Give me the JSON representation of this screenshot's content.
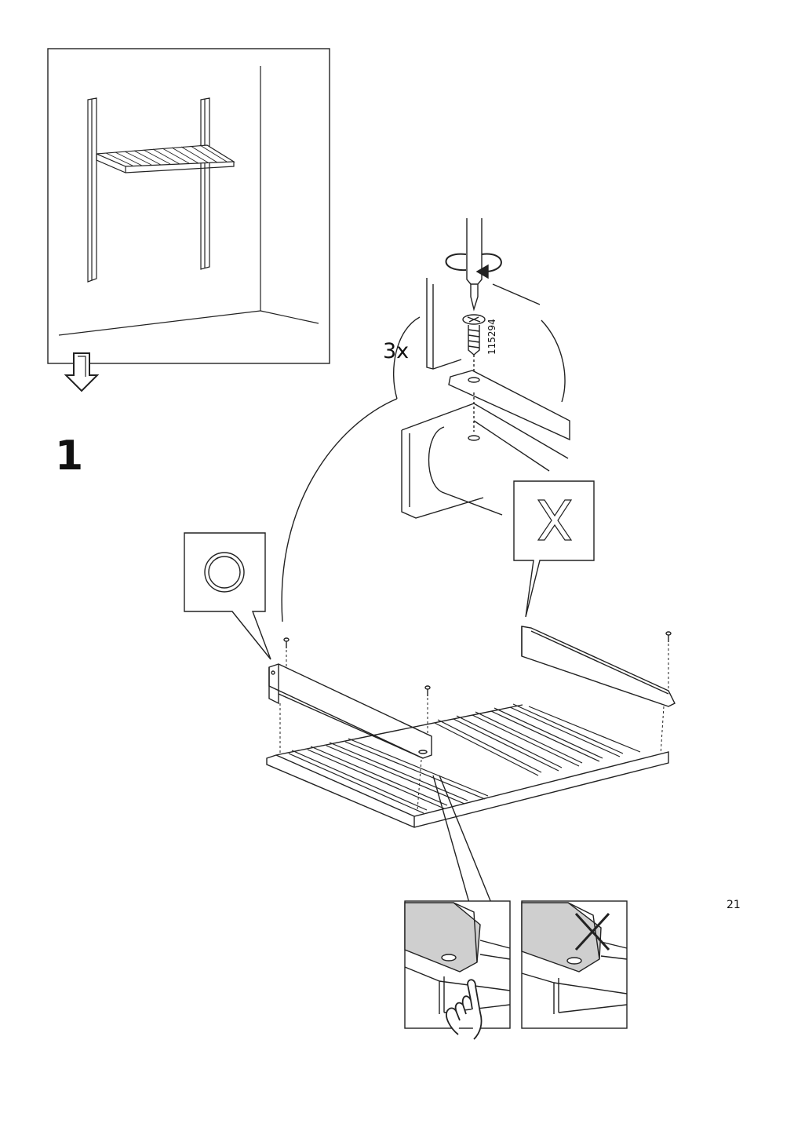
{
  "step": {
    "number": "1"
  },
  "screw": {
    "quantity": "3x",
    "part_number": "115294"
  },
  "page": {
    "number": "21"
  },
  "icons": {
    "overview": "wall-shelf-overview-icon",
    "next": "arrow-down-icon",
    "correct": "circle-ok-icon",
    "incorrect": "cross-wrong-icon",
    "hint": "pointing-hand-icon"
  }
}
